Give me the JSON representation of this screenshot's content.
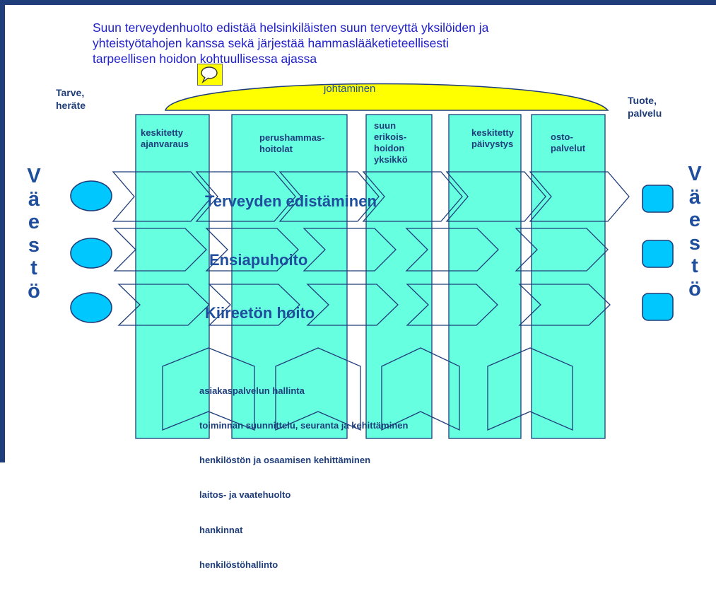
{
  "mission_text": "Suun terveydenhuolto edistää helsinkiläisten suun terveyttä yksilöiden ja\nyhteistyötahojen kanssa sekä järjestää hammaslääketieteellisesti\ntarpeellisen hoidon kohtuullisessa ajassa",
  "leadership_label": "johtaminen",
  "input_label": "Tarve,\nheräte",
  "output_label": "Tuote,\npalvelu",
  "population_letters": [
    "V",
    "ä",
    "e",
    "s",
    "t",
    "ö"
  ],
  "columns": [
    "keskitetty\najanvaraus",
    "perushammas-\nhoitolat",
    "suun\nerikois-\nhoidon\nyksikkö",
    "keskitetty\npäivystys",
    "osto-\npalvelut"
  ],
  "processes": [
    "Terveyden edistäminen",
    "Ensiapuhoito",
    "Kiireetön hoito"
  ],
  "support_processes": [
    "asiakaspalvelun hallinta",
    "toiminnan suunnittelu, seuranta ja kehittäminen",
    "henkilöstön ja osaamisen kehittäminen",
    "laitos- ja vaatehuolto",
    "hankinnat",
    "henkilöstöhallinto"
  ],
  "icons": {
    "comment": "speech-bubble-icon",
    "input": "ellipse",
    "output": "rounded-square"
  },
  "colors": {
    "column_fill": "#66ffe0",
    "frame": "#1f3d7a",
    "arc_fill": "#ffff00",
    "node_fill": "#00c8ff",
    "mission_text": "#2020c8"
  }
}
